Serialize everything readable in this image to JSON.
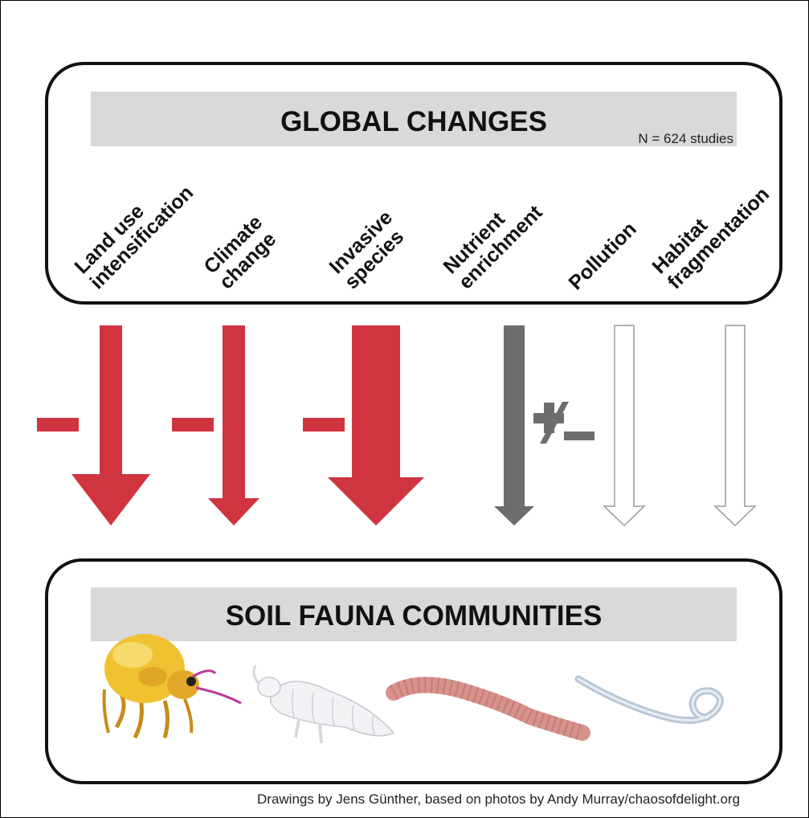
{
  "global_changes": {
    "title": "GLOBAL CHANGES",
    "sample_size": "N = 624 studies",
    "drivers": [
      {
        "line1": "Land use",
        "line2": "intensification",
        "effect": "negative",
        "strength": 3
      },
      {
        "line1": "Climate",
        "line2": "change",
        "effect": "negative",
        "strength": 2
      },
      {
        "line1": "Invasive",
        "line2": "species",
        "effect": "negative",
        "strength": 4
      },
      {
        "line1": "Nutrient",
        "line2": "enrichment",
        "effect": "mixed",
        "strength": 1
      },
      {
        "line1": "Pollution",
        "line2": "",
        "effect": "none",
        "strength": 1
      },
      {
        "line1": "Habitat",
        "line2": "fragmentation",
        "effect": "none",
        "strength": 1
      }
    ]
  },
  "effect_colors": {
    "negative": "#d0343f",
    "mixed": "#6d6d6d",
    "none": "#ffffff",
    "outline": "#9a9a9a"
  },
  "effect_symbols": {
    "negative": "−",
    "mixed": "+/−"
  },
  "soil_fauna": {
    "title": "SOIL FAUNA COMMUNITIES",
    "organisms": [
      "springtail",
      "insect larva",
      "earthworm",
      "nematode"
    ]
  },
  "credit": "Drawings by Jens Günther, based on photos by Andy Murray/chaosofdelight.org"
}
